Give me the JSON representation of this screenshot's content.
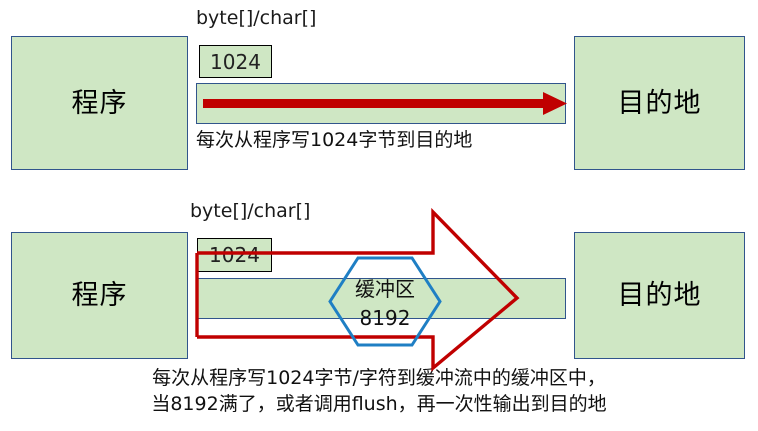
{
  "colors": {
    "box_fill": "#cfe7c4",
    "box_border": "#31558c",
    "chunk_border": "#000000",
    "arrow_red": "#c00000",
    "hex_border": "#1f7fc4",
    "hex_fill": "#ffffff",
    "text": "#000000",
    "background": "#ffffff"
  },
  "diagrams": [
    {
      "id": "unbuffered-stream",
      "source_box": {
        "label": "程序"
      },
      "dest_box": {
        "label": "目的地"
      },
      "array_type_label": "byte[]/char[]",
      "chunk": {
        "label": "1024"
      },
      "arrow": {
        "direction": "right",
        "style": "solid-filled"
      },
      "caption": "每次从程序写1024字节到目的地"
    },
    {
      "id": "buffered-stream",
      "source_box": {
        "label": "程序"
      },
      "dest_box": {
        "label": "目的地"
      },
      "array_type_label": "byte[]/char[]",
      "chunk": {
        "label": "1024"
      },
      "buffer": {
        "shape": "hexagon",
        "name": "缓冲区",
        "size": "8192"
      },
      "arrow": {
        "direction": "right",
        "style": "outline-block-arrow"
      },
      "caption_lines": [
        "每次从程序写1024字节/字符到缓冲流中的缓冲区中，",
        "当8192满了，或者调用flush，再一次性输出到目的地"
      ]
    }
  ]
}
